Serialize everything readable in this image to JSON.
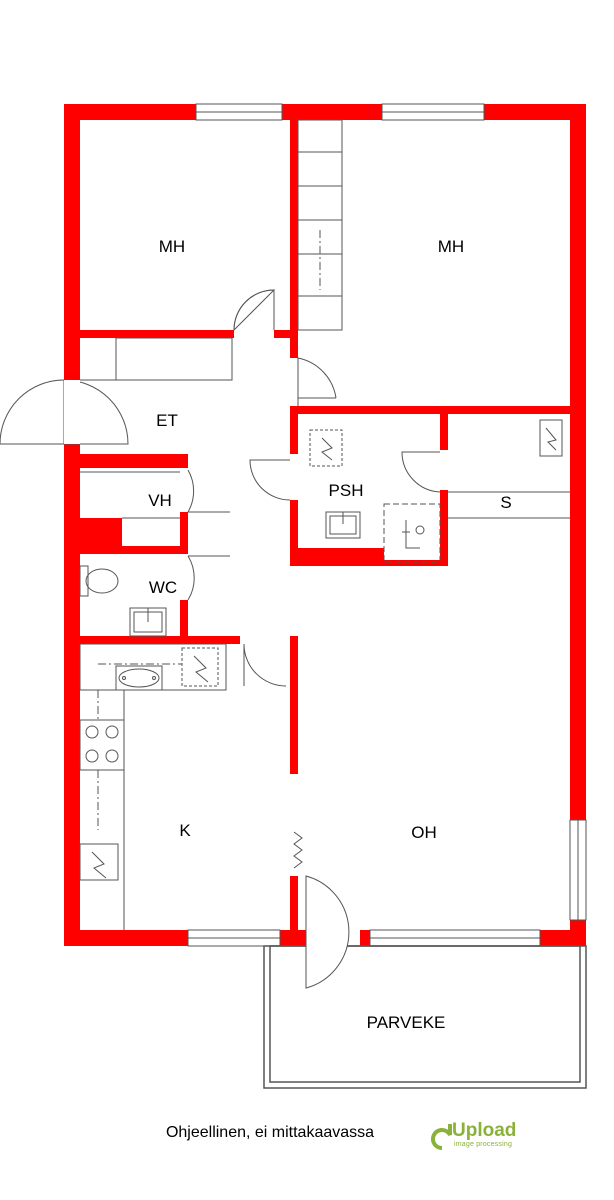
{
  "colors": {
    "wall": "#ff0000",
    "line": "#555555",
    "accent": "#8ab13a"
  },
  "rooms": [
    {
      "key": "mh1",
      "label": "MH"
    },
    {
      "key": "mh2",
      "label": "MH"
    },
    {
      "key": "et",
      "label": "ET"
    },
    {
      "key": "vh",
      "label": "VH"
    },
    {
      "key": "psh",
      "label": "PSH"
    },
    {
      "key": "s",
      "label": "S"
    },
    {
      "key": "wc",
      "label": "WC"
    },
    {
      "key": "k",
      "label": "K"
    },
    {
      "key": "oh",
      "label": "OH"
    },
    {
      "key": "parveke",
      "label": "PARVEKE"
    }
  ],
  "caption": "Ohjeellinen, ei mittakaavassa",
  "logo": {
    "name": "Upload",
    "tagline": "image processing",
    "icon": "upload-logo-icon"
  }
}
